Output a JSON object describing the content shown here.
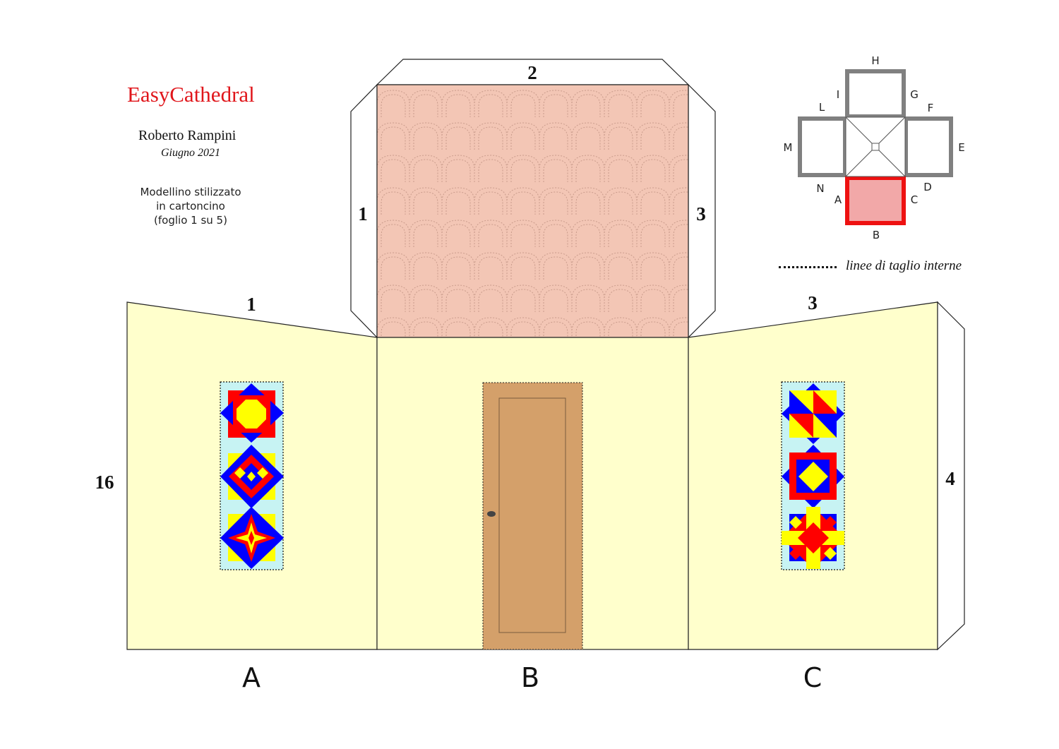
{
  "header": {
    "brand": "EasyCathedral",
    "author": "Roberto Rampini",
    "date": "Giugno 2021",
    "description": [
      "Modellino stilizzato",
      "in cartoncino",
      "(foglio 1 su 5)"
    ]
  },
  "legend": {
    "cut_lines_label": "linee di taglio interne"
  },
  "tab_numbers": {
    "left_side": "16",
    "left_top": "1",
    "roof_left": "1",
    "roof_top": "2",
    "roof_right": "3",
    "right_top": "3",
    "right_side": "4"
  },
  "faces": [
    "A",
    "B",
    "C"
  ],
  "plan_labels": [
    "H",
    "I",
    "G",
    "L",
    "F",
    "M",
    "E",
    "N",
    "D",
    "A",
    "C",
    "B"
  ],
  "colors": {
    "wall": "#ffffcc",
    "roof": "#f3c6b5",
    "door": "#d4a06a",
    "window_bg": "#c7f3f3",
    "pattern_red": "#ff0000",
    "pattern_yellow": "#ffff00",
    "pattern_blue": "#0000ff",
    "brand": "#e0161b",
    "plan_highlight": "#ee1111"
  }
}
